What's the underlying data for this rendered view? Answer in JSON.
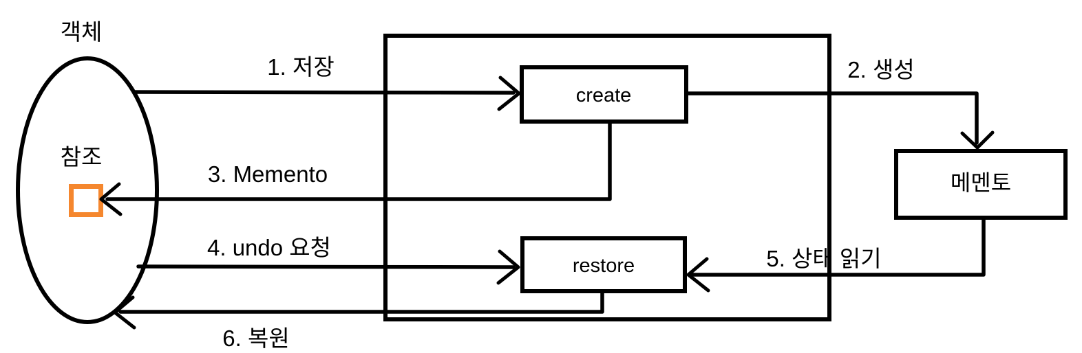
{
  "colors": {
    "accent_orange": "#F5872E",
    "line_black": "#000000",
    "background": "#FFFFFF"
  },
  "actor": {
    "title": "객체",
    "reference_label": "참조"
  },
  "nodes": {
    "create": "create",
    "restore": "restore",
    "memento": "메멘토"
  },
  "arrow_labels": {
    "step1_save": "1. 저장",
    "step2_create": "2. 생성",
    "step3_memento": "3. Memento",
    "step4_undo": "4. undo 요청",
    "step5_read_state": "5. 상태 읽기",
    "step6_restore": "6. 복원"
  }
}
